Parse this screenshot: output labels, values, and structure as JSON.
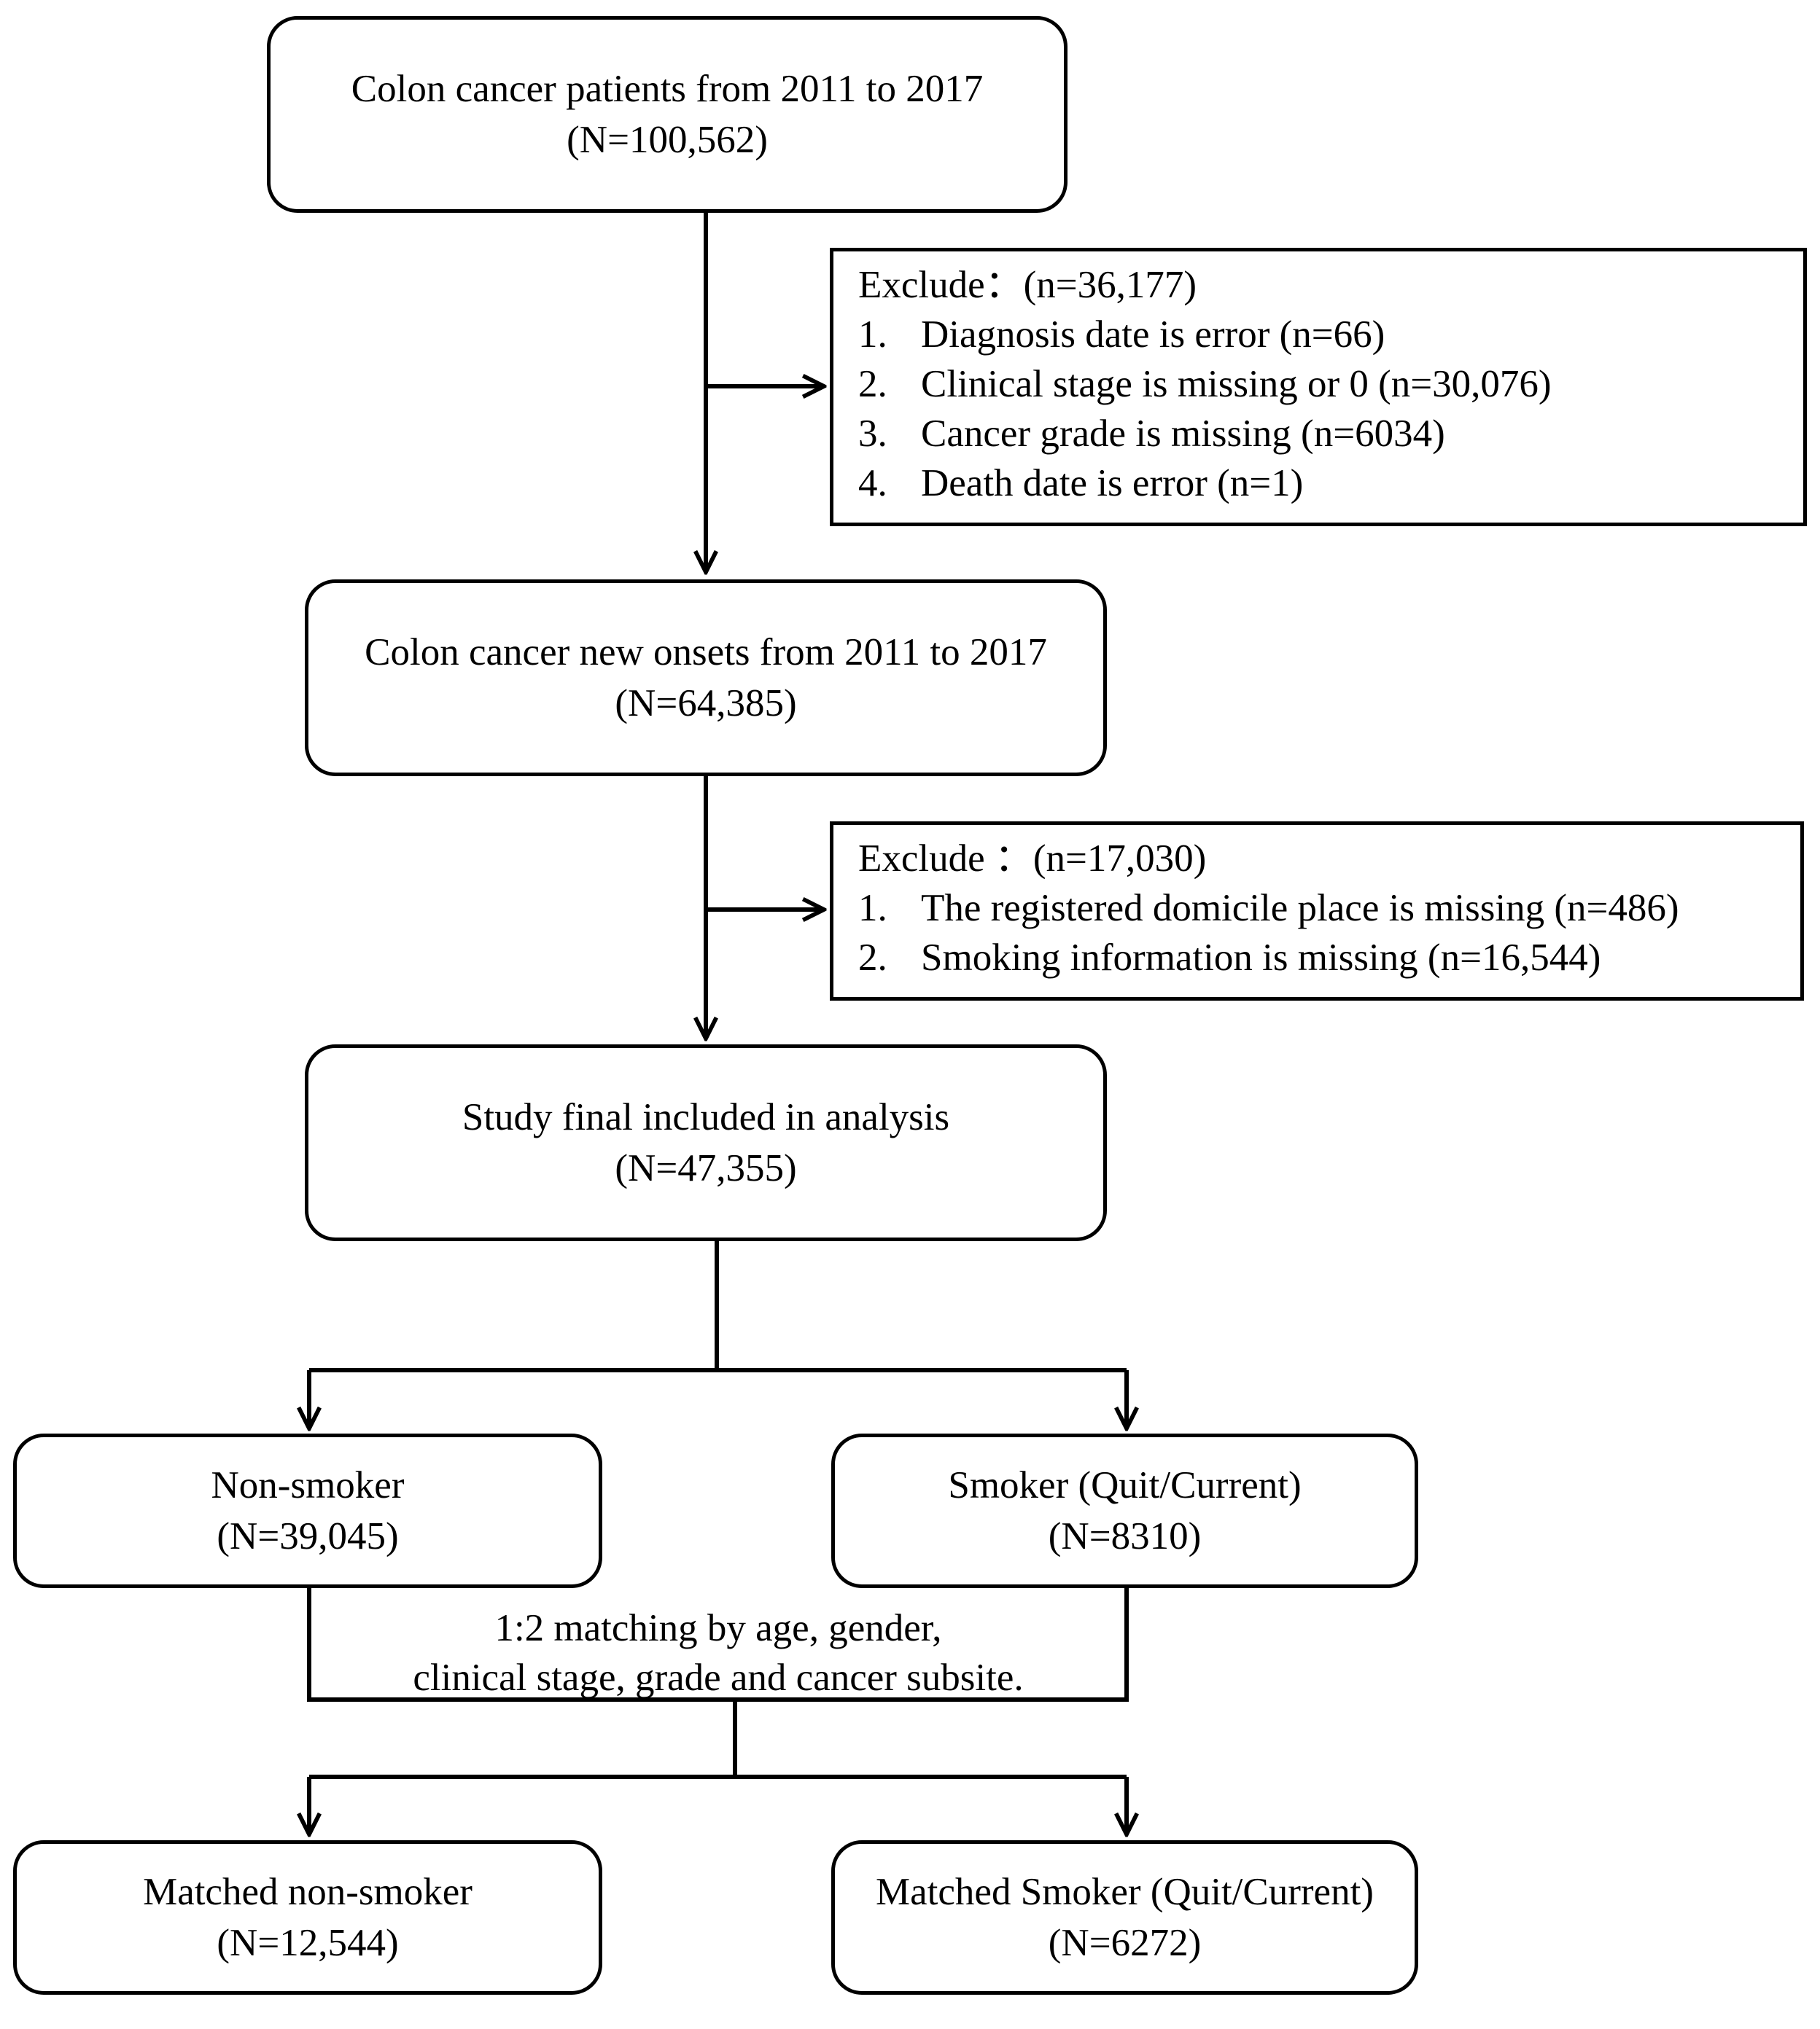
{
  "nodes": {
    "all_patients": {
      "line1": "Colon cancer patients from 2011 to 2017",
      "line2": "(N=100,562)"
    },
    "new_onsets": {
      "line1": "Colon cancer new onsets from 2011 to 2017",
      "line2": "(N=64,385)"
    },
    "final_included": {
      "line1": "Study final included in analysis",
      "line2": "(N=47,355)"
    },
    "non_smoker": {
      "line1": "Non-smoker",
      "line2": "(N=39,045)"
    },
    "smoker": {
      "line1": "Smoker (Quit/Current)",
      "line2": "(N=8310)"
    },
    "matched_non_smoker": {
      "line1": "Matched non-smoker",
      "line2": "(N=12,544)"
    },
    "matched_smoker": {
      "line1": "Matched Smoker (Quit/Current)",
      "line2": "(N=6272)"
    }
  },
  "exclusion_1": {
    "header": "Exclude：(n=36,177)",
    "items": [
      {
        "num": "1.",
        "text": "Diagnosis date is error (n=66)"
      },
      {
        "num": "2.",
        "text": "Clinical stage is missing or 0 (n=30,076)"
      },
      {
        "num": "3.",
        "text": "Cancer grade is missing (n=6034)"
      },
      {
        "num": "4.",
        "text": "Death date is error (n=1)"
      }
    ]
  },
  "exclusion_2": {
    "header": "Exclude ：(n=17,030)",
    "items": [
      {
        "num": "1.",
        "text": "The registered domicile place is missing (n=486)"
      },
      {
        "num": "2.",
        "text": "Smoking information is missing (n=16,544)"
      }
    ]
  },
  "matching_note": {
    "line1": "1:2 matching by age, gender,",
    "line2": "clinical stage, grade and cancer subsite."
  }
}
